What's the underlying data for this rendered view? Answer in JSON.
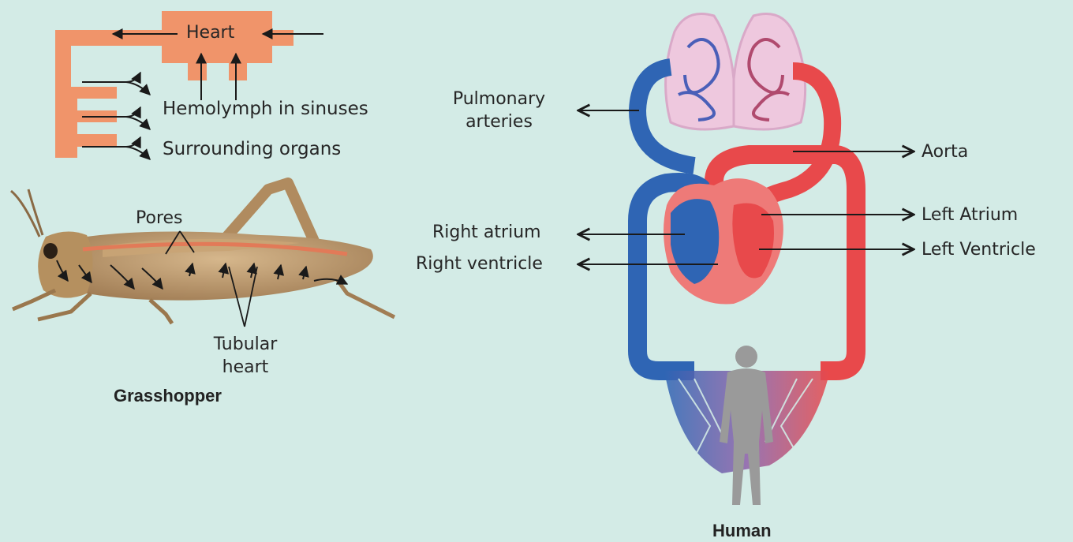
{
  "insect_diagram": {
    "heart_label": "Heart",
    "sinus_label": "Hemolymph in sinuses",
    "organs_label": "Surrounding organs",
    "pores_label": "Pores",
    "tubular_heart_label": "Tubular heart",
    "organism_label": "Grasshopper"
  },
  "human_diagram": {
    "pulmonary_label": "Pulmonary arteries",
    "aorta_label": "Aorta",
    "left_atrium_label": "Left Atrium",
    "left_ventricle_label": "Left Ventricle",
    "right_atrium_label": "Right atrium",
    "right_ventricle_label": "Right ventricle",
    "organism_label": "Human"
  },
  "colors": {
    "background": "#d3ebe6",
    "heart_schematic": "#f0946a",
    "oxygenated": "#e8494b",
    "deoxygenated": "#2f65b4",
    "grasshopper_body": "#b99468",
    "silhouette": "#9a9a9a"
  }
}
